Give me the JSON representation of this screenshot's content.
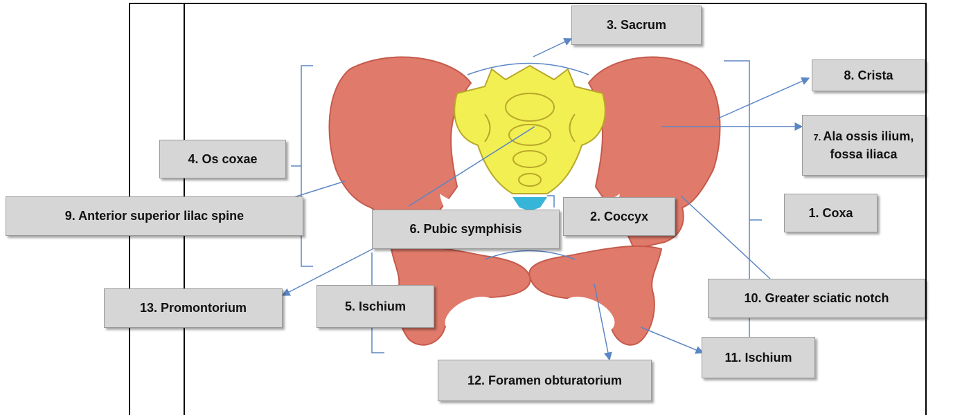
{
  "labels": {
    "sacrum": "3. Sacrum",
    "crista": "8. Crista",
    "ala_num": "7.",
    "ala_line1": "Ala ossis ilium,",
    "ala_line2": "fossa iliaca",
    "os_coxae": "4. Os coxae",
    "anterior_spine": "9. Anterior superior lilac spine",
    "pubic_symphisis": "6. Pubic symphisis",
    "coccyx": "2. Coccyx",
    "coxa": "1. Coxa",
    "promontorium": "13. Promontorium",
    "ischium_left": "5. Ischium",
    "greater_sciatic_notch": "10.  Greater sciatic notch",
    "ischium_right": "11. Ischium",
    "foramen": "12. Foramen obturatorium"
  },
  "colors": {
    "bone": "#e07a6a",
    "bone_shade": "#c55a4c",
    "sacrum": "#f2ef52",
    "sacrum_outline": "#b8a82a",
    "coccyx": "#37b5d9",
    "leader": "#5b86c4",
    "label_bg": "#d6d6d6"
  }
}
